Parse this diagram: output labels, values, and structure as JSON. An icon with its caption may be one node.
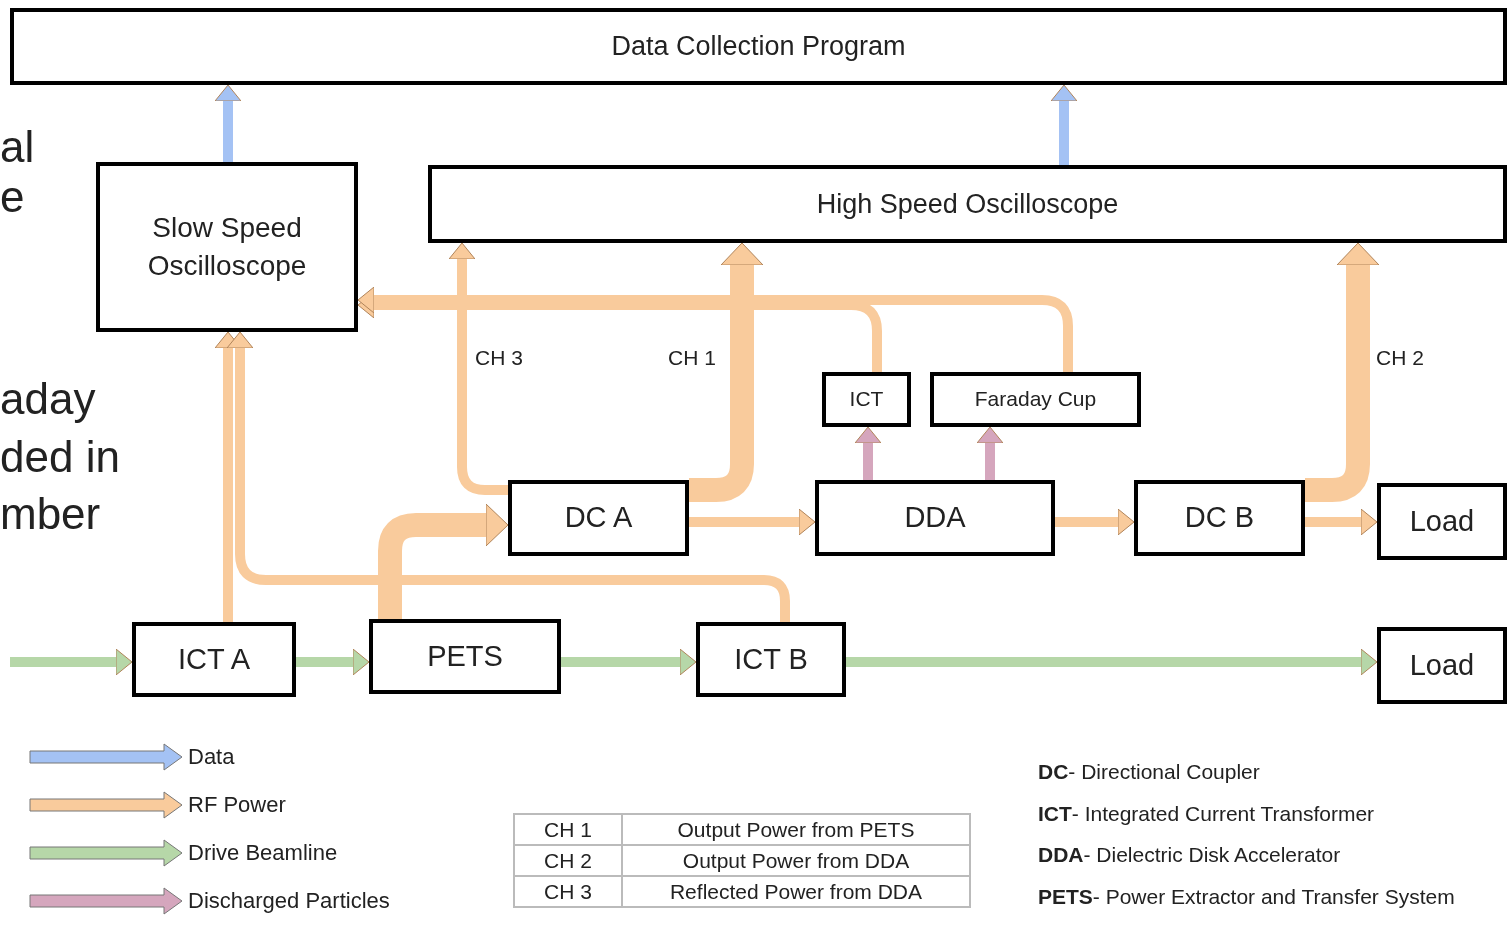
{
  "diagram": {
    "nodes": [
      {
        "text": [
          "Data Collection Program"
        ]
      },
      {
        "text": [
          "Slow Speed Oscilloscope"
        ]
      },
      {
        "text": [
          "High Speed Oscilloscope"
        ]
      },
      {
        "text": [
          "ICT"
        ]
      },
      {
        "text": [
          "Faraday Cup"
        ]
      },
      {
        "text": [
          "DC A"
        ]
      },
      {
        "text": [
          "DDA"
        ]
      },
      {
        "text": [
          "DC B"
        ]
      },
      {
        "text": [
          "Load"
        ]
      },
      {
        "text": [
          "ICT A"
        ]
      },
      {
        "text": [
          "PETS"
        ]
      },
      {
        "text": [
          "ICT B"
        ]
      },
      {
        "text": [
          "Load"
        ]
      }
    ],
    "edges": [
      {
        "from": 1,
        "to": 0,
        "arrow": "to",
        "color": "#a4c2f4"
      },
      {
        "from": 2,
        "to": 0,
        "arrow": "to",
        "color": "#a4c2f4"
      },
      {
        "from": 9,
        "to": 1,
        "arrow": "to"
      },
      {
        "from": null,
        "to": 9,
        "arrow": "to",
        "color": "#b6d7a8"
      },
      {
        "from": 9,
        "to": 10,
        "arrow": "to",
        "color": "#b6d7a8"
      },
      {
        "from": 10,
        "to": 11,
        "arrow": "to",
        "color": "#b6d7a8"
      },
      {
        "from": 11,
        "to": 12,
        "arrow": "to",
        "color": "#b6d7a8"
      },
      {
        "from": 10,
        "to": 5,
        "arrow": "to",
        "style": "thick"
      },
      {
        "from": 11,
        "to": 1,
        "arrow": "to"
      },
      {
        "from": 5,
        "to": 2,
        "arrow": "to",
        "label": "CH 3"
      },
      {
        "from": 5,
        "to": 2,
        "arrow": "to",
        "label": "CH 1",
        "style": "thick"
      },
      {
        "from": 5,
        "to": 6,
        "arrow": "to"
      },
      {
        "from": 6,
        "to": 7,
        "arrow": "to"
      },
      {
        "from": 7,
        "to": 8,
        "arrow": "to"
      },
      {
        "from": 7,
        "to": 2,
        "arrow": "to",
        "label": "CH 2",
        "style": "thick"
      },
      {
        "from": 3,
        "to": 1,
        "arrow": "to"
      },
      {
        "from": 4,
        "to": 1,
        "arrow": "to"
      },
      {
        "from": 6,
        "to": 3,
        "arrow": "to",
        "color": "#d5a6bd"
      },
      {
        "from": 6,
        "to": 4,
        "arrow": "to",
        "color": "#d5a6bd"
      }
    ],
    "labels": [
      "al",
      "e",
      "aday",
      "ded in",
      "mber",
      "CH 1",
      "Output Power from PETS",
      "CH 2",
      "Output Power from DDA",
      "CH 3",
      "Reflected Power from DDA",
      "**DC**- Directional Coupler",
      "**ICT**- Integrated Current Transformer",
      "**DDA**- Dielectric Disk Accelerator",
      "**PETS**- Power Extractor and Transfer System"
    ],
    "legend": [
      {
        "text": "Data",
        "color": "#a4c2f4"
      },
      {
        "text": "RF Power",
        "color": "#f9cb9c"
      },
      {
        "text": "Drive Beamline",
        "color": "#b6d7a8"
      },
      {
        "text": "Discharged Particles",
        "color": "#d5a6bd"
      }
    ]
  }
}
